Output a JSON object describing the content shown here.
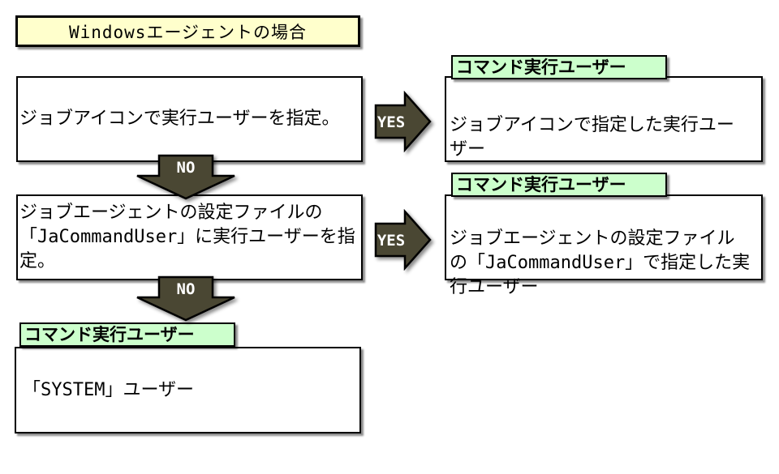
{
  "title": {
    "label": "Windowsエージェントの場合"
  },
  "decisions": [
    {
      "text": "ジョブアイコンで実行ユーザーを指定。"
    },
    {
      "text": "ジョブエージェントの設定ファイルの\n「JaCommandUser」に実行ユーザーを指\n定。"
    }
  ],
  "results": [
    {
      "header": "コマンド実行ユーザー",
      "text": "ジョブアイコンで指定した実行ユー\nザー"
    },
    {
      "header": "コマンド実行ユーザー",
      "text": "ジョブエージェントの設定ファイル\nの「JaCommandUser」で指定した実\n行ユーザー"
    },
    {
      "header": "コマンド実行ユーザー",
      "text": "「SYSTEM」ユーザー"
    }
  ],
  "arrows": {
    "yes1": "YES",
    "no1": "NO",
    "yes2": "YES",
    "no2": "NO"
  },
  "colors": {
    "title_bg": "#FFFFCC",
    "header_bg": "#CCFFCC",
    "box_bg": "#FFFFFF",
    "border": "#000000",
    "arrow_fill": "#4A4733",
    "arrow_text": "#FFFFFF",
    "text": "#000000"
  }
}
